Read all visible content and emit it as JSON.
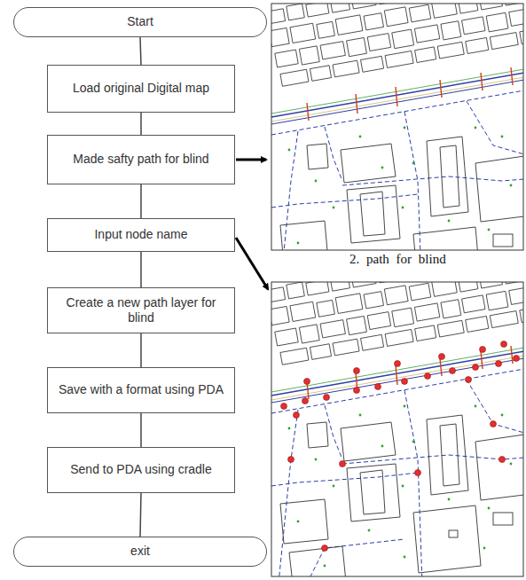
{
  "diagram": {
    "nodes": [
      {
        "text": [
          "Start"
        ]
      },
      {
        "text": [
          "Load original Digital map"
        ]
      },
      {
        "text": [
          "Made safty path for blind"
        ]
      },
      {
        "text": [
          "Input node name"
        ]
      },
      {
        "text": [
          "Create a new path layer for blind"
        ]
      },
      {
        "text": [
          "Save with a format using PDA"
        ]
      },
      {
        "text": [
          "Send to PDA using cradle"
        ]
      },
      {
        "text": [
          "exit"
        ]
      }
    ],
    "edges": [
      {
        "from": 0,
        "to": 1,
        "arrow": "none"
      },
      {
        "from": 1,
        "to": 2,
        "arrow": "none"
      },
      {
        "from": 2,
        "to": 3,
        "arrow": "none"
      },
      {
        "from": 3,
        "to": 4,
        "arrow": "none"
      },
      {
        "from": 4,
        "to": 5,
        "arrow": "none"
      },
      {
        "from": 5,
        "to": 6,
        "arrow": "none"
      },
      {
        "from": 6,
        "to": 7,
        "arrow": "none"
      }
    ],
    "labels": [
      "2. path for blind"
    ]
  }
}
